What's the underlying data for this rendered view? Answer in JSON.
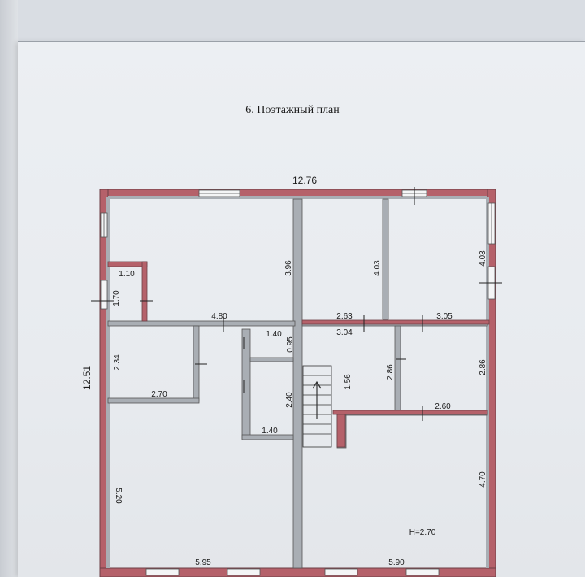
{
  "title": "6. Поэтажный план",
  "colors": {
    "wall_outer": "#b5616a",
    "wall_inner": "#8f959c",
    "wall_fill": "#a9aeb4",
    "window": "#f4f5f6"
  },
  "dimensions": {
    "overall_width": "12.76",
    "overall_height": "12.51",
    "d_396": "3.96",
    "d_403_a": "4.03",
    "d_403_b": "4.03",
    "d_110": "1.10",
    "d_170": "1.70",
    "d_480": "4.80",
    "d_263": "2.63",
    "d_305": "3.05",
    "d_304": "3.04",
    "d_140_a": "1.40",
    "d_095": "0.95",
    "d_234": "2.34",
    "d_286_a": "2.86",
    "d_286_b": "2.86",
    "d_270": "2.70",
    "d_240": "2.40",
    "d_156": "1.56",
    "d_260": "2.60",
    "d_140_b": "1.40",
    "d_520": "5.20",
    "d_470": "4.70",
    "ceiling": "H=2.70",
    "d_595": "5.95",
    "d_590": "5.90"
  }
}
